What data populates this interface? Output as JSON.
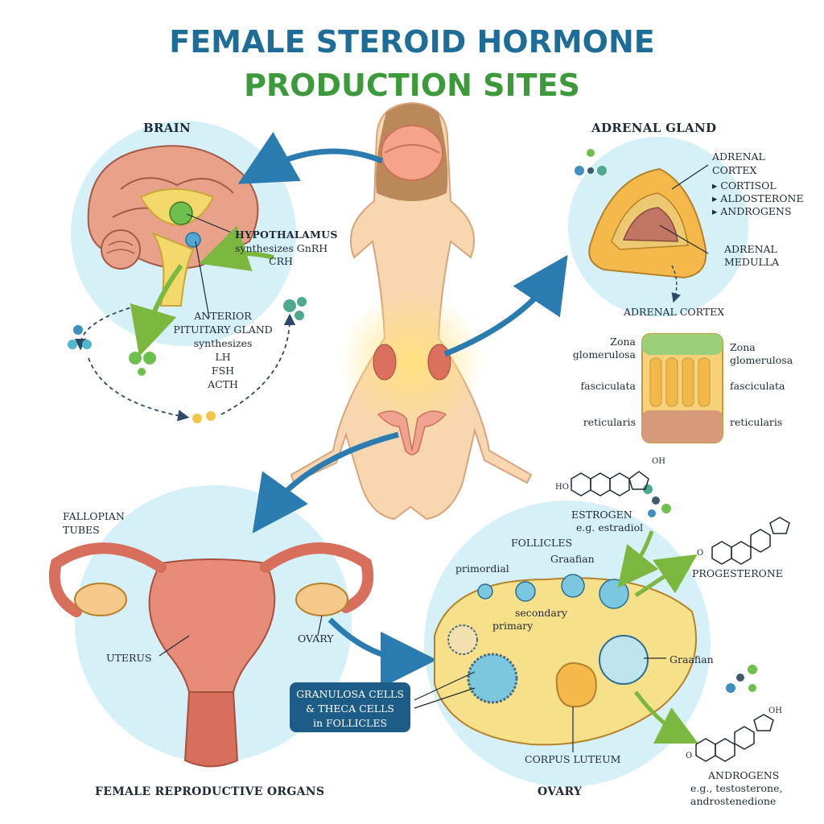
{
  "title": {
    "line1": "FEMALE STEROID HORMONE",
    "line2": "PRODUCTION SITES"
  },
  "colors": {
    "title_blue": "#1e6d99",
    "title_green": "#3d9a3a",
    "circle_bg": "#d6f0f8",
    "arrow_blue": "#2a7bb0",
    "arrow_green": "#7cb83f"
  },
  "brain": {
    "heading": "BRAIN",
    "hypothalamus": {
      "name": "HYPOTHALAMUS",
      "line2": "synthesizes GnRH",
      "line3": "CRH"
    },
    "pituitary": {
      "line1": "ANTERIOR",
      "line2": "PITUITARY GLAND",
      "line3": "synthesizes",
      "hormones": [
        "LH",
        "FSH",
        "ACTH"
      ]
    }
  },
  "adrenal": {
    "heading": "ADRENAL GLAND",
    "cortex_label": {
      "line1": "ADRENAL",
      "line2": "CORTEX"
    },
    "cortex_hormones": [
      "CORTISOL",
      "ALDOSTERONE",
      "ANDROGENS"
    ],
    "medulla_label": {
      "line1": "ADRENAL",
      "line2": "MEDULLA"
    },
    "cortex_detail": {
      "heading": "ADRENAL CORTEX",
      "left": {
        "zona1": "Zona",
        "zona2": "glomerulosa",
        "fasc": "fasciculata",
        "retic": "reticularis"
      },
      "right": {
        "zona1": "Zona",
        "zona2": "glomerulosa",
        "fasc": "fasciculata",
        "retic": "reticularis"
      }
    }
  },
  "reproductive": {
    "fallopian": {
      "line1": "FALLOPIAN",
      "line2": "TUBES"
    },
    "uterus": "UTERUS",
    "ovary": "OVARY",
    "caption": "FEMALE REPRODUCTIVE ORGANS",
    "callout": {
      "line1": "GRANULOSA CELLS",
      "line2": "& THECA CELLS",
      "line3": "in FOLLICLES"
    }
  },
  "ovary_detail": {
    "caption": "OVARY",
    "follicles": "FOLLICLES",
    "graafian_top": "Graafian",
    "primordial": "primordial",
    "secondary": "secondary",
    "primary": "primary",
    "graafian_right": "Graafian",
    "corpus_luteum": "CORPUS LUTEUM"
  },
  "hormones": {
    "estrogen": {
      "name": "ESTROGEN",
      "example": "e.g. estradiol",
      "oh": "OH",
      "ho": "HO"
    },
    "progesterone": {
      "name": "PROGESTERONE",
      "o": "O"
    },
    "androgens": {
      "name": "ANDROGENS",
      "example1": "e.g., testosterone,",
      "example2": "androstenedione",
      "oh": "OH",
      "o": "O"
    }
  }
}
